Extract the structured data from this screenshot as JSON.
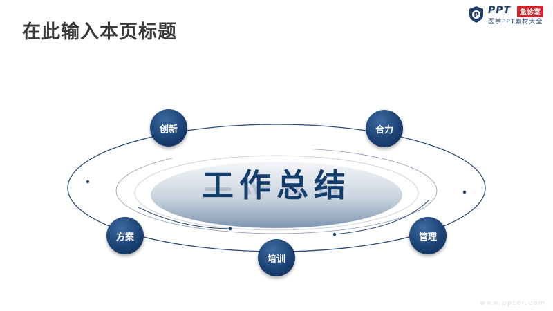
{
  "header": {
    "title": "在此输入本页标题"
  },
  "logo": {
    "brand": "PPT",
    "badge": "急诊室",
    "tagline": "医学PPT素材大全"
  },
  "center": {
    "title": "工作总结"
  },
  "nodes": [
    "创新",
    "合力",
    "方案",
    "培训",
    "管理"
  ],
  "watermark": "www.ppter.com",
  "colors": {
    "primary": "#1a3f70",
    "accent": "#c8252c"
  }
}
